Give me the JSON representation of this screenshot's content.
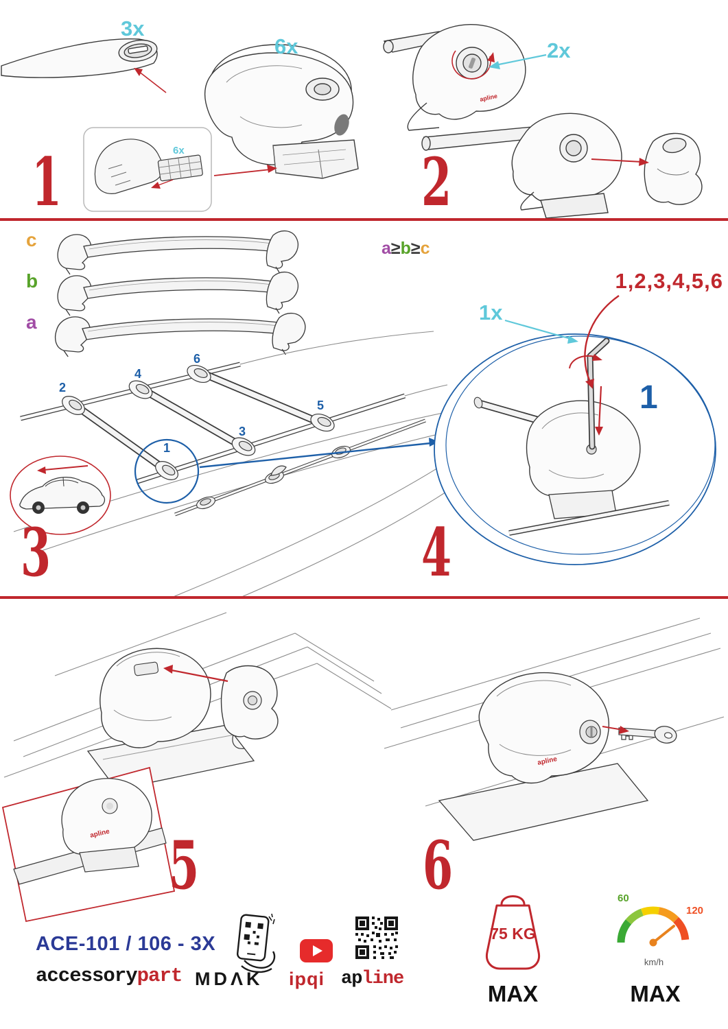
{
  "document": {
    "type": "roof-rack-crossbar-installation-sheet"
  },
  "colors": {
    "step_red": "#c0272d",
    "qty_cyan": "#5fc8da",
    "position_blue": "#1d5fa8",
    "label_a_purple": "#a14ca5",
    "label_b_green": "#58a32a",
    "label_c_orange": "#e5a33c",
    "model_navy": "#2b3a96",
    "youtube_red": "#e62b2b"
  },
  "steps": {
    "s1": {
      "number": "1",
      "bar_qty": "3x",
      "foot_qty": "6x",
      "pad_qty": "6x"
    },
    "s2": {
      "number": "2",
      "lock_qty": "2x"
    },
    "s3": {
      "number": "3",
      "label_c": "c",
      "label_b": "b",
      "label_a": "a",
      "note_a": "a",
      "note_ge1": "≥",
      "note_b": "b",
      "note_ge2": "≥",
      "note_c": "c",
      "positions": [
        "1",
        "2",
        "3",
        "4",
        "5",
        "6"
      ]
    },
    "s4": {
      "number": "4",
      "sequence": "1,2,3,4,5,6",
      "tool_qty": "1x",
      "first_position": "1"
    },
    "s5": {
      "number": "5"
    },
    "s6": {
      "number": "6"
    }
  },
  "brand": {
    "part_logo": "apline"
  },
  "footer": {
    "model": "ACE-101 / 106 - 3X",
    "brand_accessory": "accessory",
    "brand_part": "part",
    "brand_mdak": "MDΛK",
    "brand_ipqi": "ipqi",
    "brand_ap": "ap",
    "brand_line": "line",
    "weight_value": "75 KG",
    "weight_max": "MAX",
    "speed_low": "60",
    "speed_high": "120",
    "speed_unit": "km/h",
    "speed_max": "MAX"
  }
}
